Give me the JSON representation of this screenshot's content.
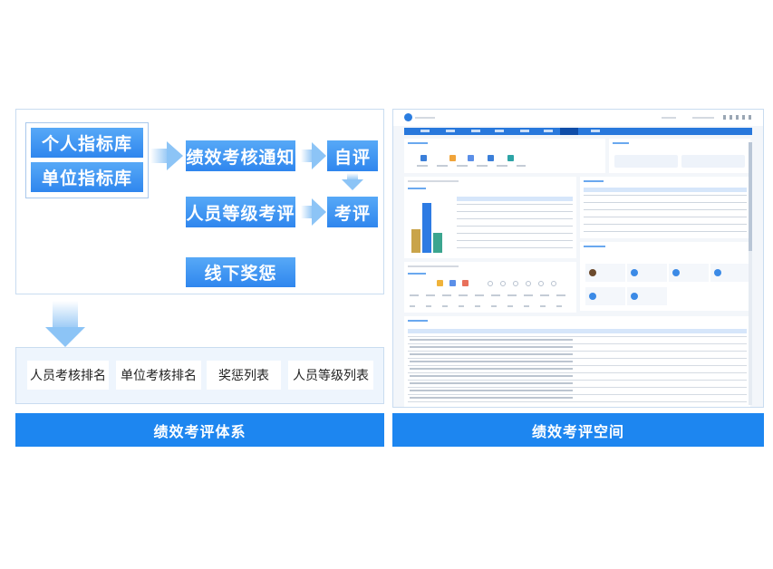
{
  "left_panel": {
    "index_blocks": [
      "个人指标库",
      "单位指标库"
    ],
    "flow_blocks": {
      "notice": "绩效考核通知",
      "self_eval": "自评",
      "eval": "考评",
      "grade_eval": "人员等级考评",
      "offline": "线下奖惩"
    },
    "outputs": [
      "人员考核排名",
      "单位考核排名",
      "奖惩列表",
      "人员等级列表"
    ],
    "title": "绩效考评体系"
  },
  "right_panel": {
    "title": "绩效考评空间"
  },
  "colors": {
    "block_top": "#57a9f7",
    "block_bottom": "#2f86ee",
    "title_bar": "#1d86f0",
    "frame_border": "#c9dcf0",
    "arrow": "#8cc4f6"
  },
  "mini_chart": {
    "type": "bar",
    "values": [
      0.45,
      0.95,
      0.38
    ],
    "colors": [
      "#c9a44a",
      "#2d7be3",
      "#3ba58f"
    ]
  }
}
